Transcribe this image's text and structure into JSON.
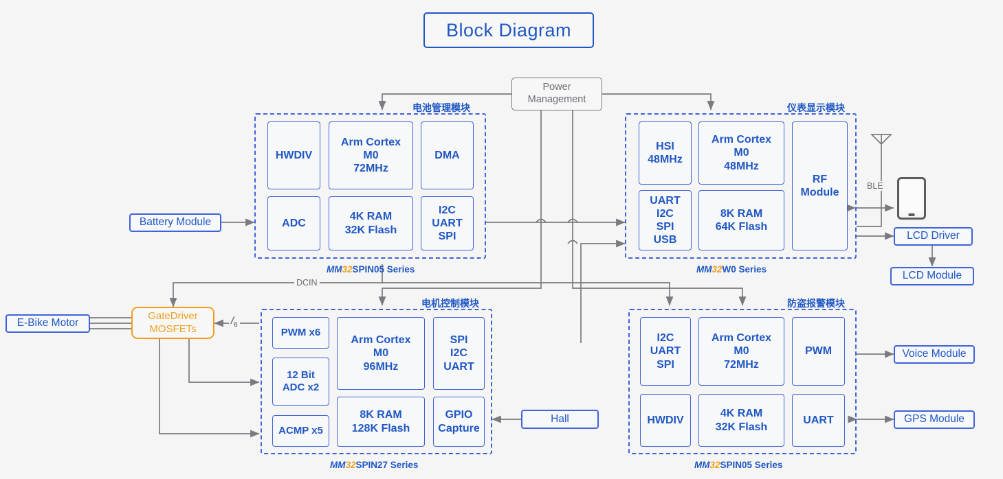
{
  "title": "Block Diagram",
  "background_color": "#f5f5f6",
  "colors": {
    "blue": "#1f57c3",
    "blue_border": "#3f63d8",
    "orange": "#f0a01e",
    "wire_gray": "#7a7a80",
    "gray_text": "#6c6c72"
  },
  "power_management": {
    "label": "Power\nManagement",
    "line1": "Power",
    "line2": "Management"
  },
  "modules": [
    {
      "id": "battery-management",
      "title": "电池管理模块",
      "series_mm": "MM",
      "series_32": "32",
      "series_rest": "SPIN05 Series",
      "cells": [
        {
          "name": "hwdiv",
          "text": "HWDIV"
        },
        {
          "name": "core",
          "text": "Arm Cortex\nM0\n72MHz",
          "lines": [
            "Arm Cortex",
            "M0",
            "72MHz"
          ]
        },
        {
          "name": "dma",
          "text": "DMA"
        },
        {
          "name": "adc",
          "text": "ADC"
        },
        {
          "name": "memory",
          "text": "4K RAM\n32K Flash",
          "lines": [
            "4K RAM",
            "32K Flash"
          ]
        },
        {
          "name": "comms",
          "text": "I2C\nUART\nSPI",
          "lines": [
            "I2C",
            "UART",
            "SPI"
          ]
        }
      ]
    },
    {
      "id": "instrument-display",
      "title": "仪表显示模块",
      "series_mm": "MM",
      "series_32": "32",
      "series_rest": "W0 Series",
      "cells": [
        {
          "name": "hsi",
          "text": "HSI\n48MHz",
          "lines": [
            "HSI",
            "48MHz"
          ]
        },
        {
          "name": "core",
          "text": "Arm Cortex\nM0\n48MHz",
          "lines": [
            "Arm Cortex",
            "M0",
            "48MHz"
          ]
        },
        {
          "name": "rf-module",
          "text": "RF\nModule",
          "lines": [
            "RF",
            "Module"
          ]
        },
        {
          "name": "comms",
          "text": "UART\nI2C\nSPI\nUSB",
          "lines": [
            "UART",
            "I2C",
            "SPI",
            "USB"
          ]
        },
        {
          "name": "memory",
          "text": "8K RAM\n64K Flash",
          "lines": [
            "8K RAM",
            "64K Flash"
          ]
        }
      ]
    },
    {
      "id": "motor-control",
      "title": "电机控制模块",
      "series_mm": "MM",
      "series_32": "32",
      "series_rest": "SPIN27 Series",
      "cells": [
        {
          "name": "pwm",
          "text": "PWM x6"
        },
        {
          "name": "adc",
          "text": "12 Bit\nADC x2",
          "lines": [
            "12 Bit",
            "ADC x2"
          ]
        },
        {
          "name": "acmp",
          "text": "ACMP x5"
        },
        {
          "name": "core",
          "text": "Arm Cortex\nM0\n96MHz",
          "lines": [
            "Arm Cortex",
            "M0",
            "96MHz"
          ]
        },
        {
          "name": "memory",
          "text": "8K RAM\n128K Flash",
          "lines": [
            "8K RAM",
            "128K Flash"
          ]
        },
        {
          "name": "comms",
          "text": "SPI\nI2C\nUART",
          "lines": [
            "SPI",
            "I2C",
            "UART"
          ]
        },
        {
          "name": "gpio",
          "text": "GPIO\nCapture",
          "lines": [
            "GPIO",
            "Capture"
          ]
        }
      ]
    },
    {
      "id": "anti-theft-alarm",
      "title": "防盗报警模块",
      "series_mm": "MM",
      "series_32": "32",
      "series_rest": "SPIN05 Series",
      "cells": [
        {
          "name": "comms",
          "text": "I2C\nUART\nSPI",
          "lines": [
            "I2C",
            "UART",
            "SPI"
          ]
        },
        {
          "name": "core",
          "text": "Arm Cortex\nM0\n72MHz",
          "lines": [
            "Arm Cortex",
            "M0",
            "72MHz"
          ]
        },
        {
          "name": "pwm",
          "text": "PWM"
        },
        {
          "name": "hwdiv",
          "text": "HWDIV"
        },
        {
          "name": "memory",
          "text": "4K RAM\n32K Flash",
          "lines": [
            "4K RAM",
            "32K Flash"
          ]
        },
        {
          "name": "uart",
          "text": "UART"
        }
      ]
    }
  ],
  "peripherals": {
    "battery_module": "Battery Module",
    "ebike_motor": "E-Bike Motor",
    "gate_driver": {
      "line1": "GateDriver",
      "line2": "MOSFETs"
    },
    "hall": "Hall",
    "lcd_driver": "LCD Driver",
    "lcd_module": "LCD Module",
    "voice_module": "Voice Module",
    "gps_module": "GPS Module"
  },
  "wire_labels": {
    "dcin": "DCIN",
    "ble": "BLE",
    "six_phase_slash": "/",
    "six_phase_sub": "6"
  },
  "icons": {
    "antenna": "antenna-icon",
    "phone": "smartphone-icon"
  }
}
